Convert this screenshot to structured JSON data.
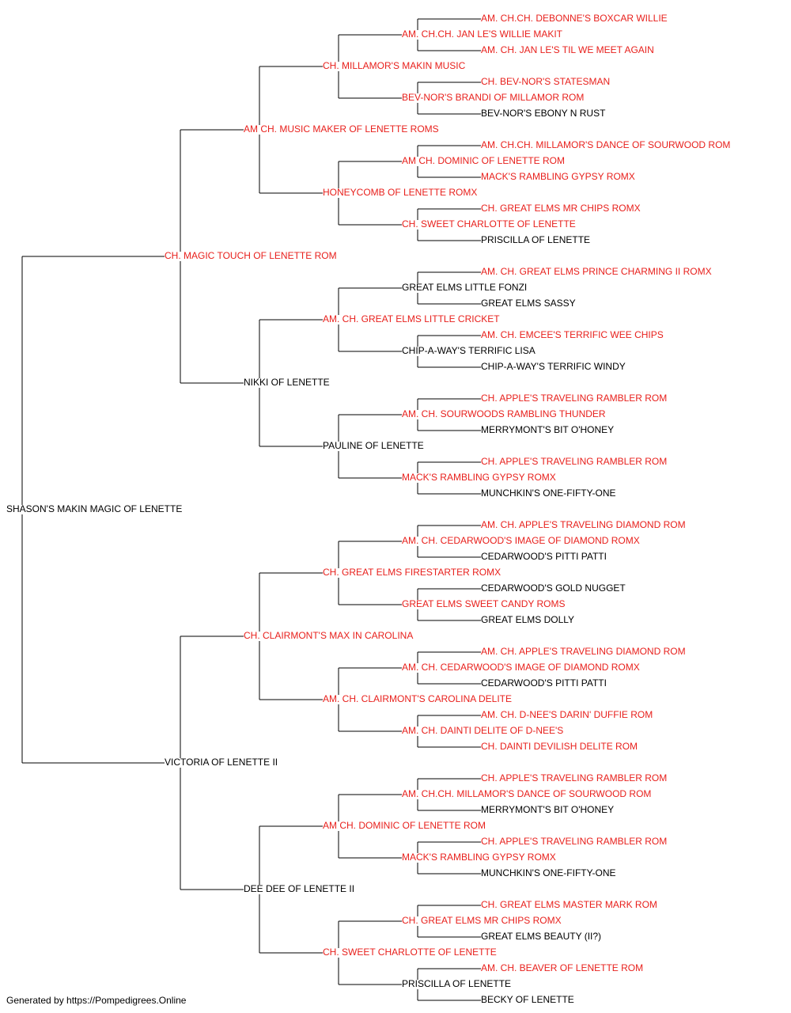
{
  "colors": {
    "titled": "#e8201c",
    "plain": "#000000"
  },
  "pedigree": {
    "name": "SHASON'S MAKIN MAGIC OF LENETTE",
    "titled": false,
    "sire": {
      "name": "CH. MAGIC TOUCH OF LENETTE ROM",
      "titled": true,
      "sire": {
        "name": "AM CH. MUSIC MAKER OF LENETTE ROMS",
        "titled": true,
        "sire": {
          "name": "CH. MILLAMOR'S MAKIN MUSIC",
          "titled": true,
          "sire": {
            "name": "AM. CH.CH. JAN LE'S WILLIE MAKIT",
            "titled": true,
            "sire": {
              "name": "AM. CH.CH. DEBONNE'S BOXCAR WILLIE",
              "titled": true
            },
            "dam": {
              "name": "AM. CH. JAN LE'S TIL WE MEET AGAIN",
              "titled": true
            }
          },
          "dam": {
            "name": "BEV-NOR'S BRANDI OF MILLAMOR ROM",
            "titled": true,
            "sire": {
              "name": "CH. BEV-NOR'S STATESMAN",
              "titled": true
            },
            "dam": {
              "name": "BEV-NOR'S EBONY N RUST",
              "titled": false
            }
          }
        },
        "dam": {
          "name": "HONEYCOMB OF LENETTE ROMX",
          "titled": true,
          "sire": {
            "name": "AM CH. DOMINIC OF LENETTE ROM",
            "titled": true,
            "sire": {
              "name": "AM. CH.CH. MILLAMOR'S DANCE OF SOURWOOD ROM",
              "titled": true
            },
            "dam": {
              "name": "MACK'S RAMBLING GYPSY ROMX",
              "titled": true
            }
          },
          "dam": {
            "name": "CH. SWEET CHARLOTTE OF LENETTE",
            "titled": true,
            "sire": {
              "name": "CH. GREAT ELMS MR CHIPS ROMX",
              "titled": true
            },
            "dam": {
              "name": "PRISCILLA OF LENETTE",
              "titled": false
            }
          }
        }
      },
      "dam": {
        "name": "NIKKI OF LENETTE",
        "titled": false,
        "sire": {
          "name": "AM. CH. GREAT ELMS LITTLE CRICKET",
          "titled": true,
          "sire": {
            "name": "GREAT ELMS LITTLE FONZI",
            "titled": false,
            "sire": {
              "name": "AM. CH. GREAT ELMS PRINCE CHARMING II ROMX",
              "titled": true
            },
            "dam": {
              "name": "GREAT ELMS SASSY",
              "titled": false
            }
          },
          "dam": {
            "name": "CHIP-A-WAY'S TERRIFIC LISA",
            "titled": false,
            "sire": {
              "name": "AM. CH. EMCEE'S TERRIFIC WEE CHIPS",
              "titled": true
            },
            "dam": {
              "name": "CHIP-A-WAY'S TERRIFIC WINDY",
              "titled": false
            }
          }
        },
        "dam": {
          "name": "PAULINE OF LENETTE",
          "titled": false,
          "sire": {
            "name": "AM. CH. SOURWOODS RAMBLING THUNDER",
            "titled": true,
            "sire": {
              "name": "CH. APPLE'S TRAVELING RAMBLER ROM",
              "titled": true
            },
            "dam": {
              "name": "MERRYMONT'S BIT O'HONEY",
              "titled": false
            }
          },
          "dam": {
            "name": "MACK'S RAMBLING GYPSY ROMX",
            "titled": true,
            "sire": {
              "name": "CH. APPLE'S TRAVELING RAMBLER ROM",
              "titled": true
            },
            "dam": {
              "name": "MUNCHKIN'S ONE-FIFTY-ONE",
              "titled": false
            }
          }
        }
      }
    },
    "dam": {
      "name": "VICTORIA OF LENETTE II",
      "titled": false,
      "sire": {
        "name": "CH. CLAIRMONT'S MAX IN CAROLINA",
        "titled": true,
        "sire": {
          "name": "CH. GREAT ELMS FIRESTARTER ROMX",
          "titled": true,
          "sire": {
            "name": "AM. CH. CEDARWOOD'S IMAGE OF DIAMOND ROMX",
            "titled": true,
            "sire": {
              "name": "AM. CH. APPLE'S TRAVELING DIAMOND ROM",
              "titled": true
            },
            "dam": {
              "name": "CEDARWOOD'S PITTI PATTI",
              "titled": false
            }
          },
          "dam": {
            "name": "GREAT ELMS SWEET CANDY ROMS",
            "titled": true,
            "sire": {
              "name": "CEDARWOOD'S GOLD NUGGET",
              "titled": false
            },
            "dam": {
              "name": "GREAT ELMS DOLLY",
              "titled": false
            }
          }
        },
        "dam": {
          "name": "AM. CH. CLAIRMONT'S CAROLINA DELITE",
          "titled": true,
          "sire": {
            "name": "AM. CH. CEDARWOOD'S IMAGE OF DIAMOND ROMX",
            "titled": true,
            "sire": {
              "name": "AM. CH. APPLE'S TRAVELING DIAMOND ROM",
              "titled": true
            },
            "dam": {
              "name": "CEDARWOOD'S PITTI PATTI",
              "titled": false
            }
          },
          "dam": {
            "name": "AM. CH. DAINTI DELITE OF D-NEE'S",
            "titled": true,
            "sire": {
              "name": "AM. CH. D-NEE'S DARIN' DUFFIE ROM",
              "titled": true
            },
            "dam": {
              "name": "CH. DAINTI DEVILISH DELITE ROM",
              "titled": true
            }
          }
        }
      },
      "dam": {
        "name": "DEE DEE OF LENETTE II",
        "titled": false,
        "sire": {
          "name": "AM CH. DOMINIC OF LENETTE ROM",
          "titled": true,
          "sire": {
            "name": "AM. CH.CH. MILLAMOR'S DANCE OF SOURWOOD ROM",
            "titled": true,
            "sire": {
              "name": "CH. APPLE'S TRAVELING RAMBLER ROM",
              "titled": true
            },
            "dam": {
              "name": "MERRYMONT'S BIT O'HONEY",
              "titled": false
            }
          },
          "dam": {
            "name": "MACK'S RAMBLING GYPSY ROMX",
            "titled": true,
            "sire": {
              "name": "CH. APPLE'S TRAVELING RAMBLER ROM",
              "titled": true
            },
            "dam": {
              "name": "MUNCHKIN'S ONE-FIFTY-ONE",
              "titled": false
            }
          }
        },
        "dam": {
          "name": "CH. SWEET CHARLOTTE OF LENETTE",
          "titled": true,
          "sire": {
            "name": "CH. GREAT ELMS MR CHIPS ROMX",
            "titled": true,
            "sire": {
              "name": "CH. GREAT ELMS MASTER MARK ROM",
              "titled": true
            },
            "dam": {
              "name": "GREAT ELMS BEAUTY (II?)",
              "titled": false
            }
          },
          "dam": {
            "name": "PRISCILLA OF LENETTE",
            "titled": false,
            "sire": {
              "name": "AM. CH. BEAVER OF LENETTE ROM",
              "titled": true
            },
            "dam": {
              "name": "BECKY OF LENETTE",
              "titled": false
            }
          }
        }
      }
    }
  },
  "footer": {
    "text": "Generated by https://Pompedigrees.Online"
  }
}
